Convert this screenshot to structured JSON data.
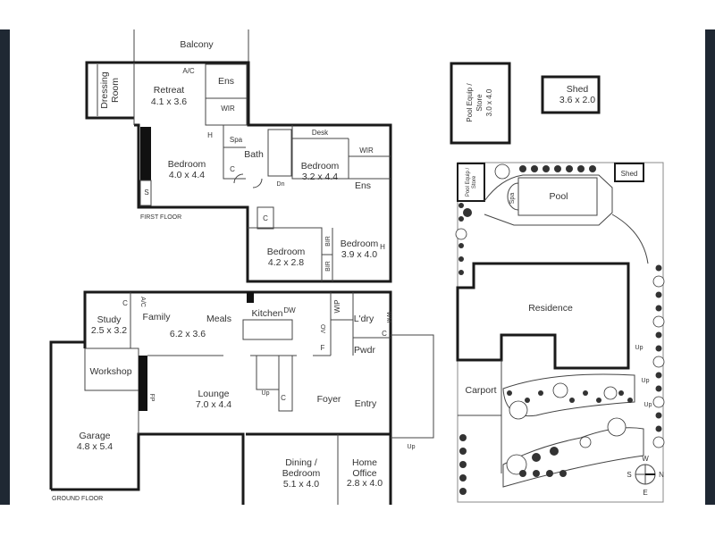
{
  "first_floor": {
    "label": "FIRST FLOOR",
    "balcony": "Balcony",
    "dressing": [
      "Dressing",
      "Room"
    ],
    "retreat": {
      "name": "Retreat",
      "size": "4.1 x 3.6"
    },
    "ac": "A/C",
    "ens1": "Ens",
    "wir1": "WIR",
    "h1": "H",
    "spa": "Spa",
    "bath": "Bath",
    "c1": "C",
    "s": "S",
    "dn": "Dn",
    "bed_main": {
      "name": "Bedroom",
      "size": "4.0 x 4.4"
    },
    "desk": "Desk",
    "wir2": "WIR",
    "ens2": "Ens",
    "bed2": {
      "name": "Bedroom",
      "size": "3.2 x 4.4"
    },
    "c2": "C",
    "bed3": {
      "name": "Bedroom",
      "size": "4.2 x 2.8"
    },
    "bir1": "BIR",
    "bir2": "BIR",
    "bed4": {
      "name": "Bedroom",
      "size": "3.9 x 4.0"
    },
    "h2": "H"
  },
  "ground_floor": {
    "label": "GROUND FLOOR",
    "study": {
      "name": "Study",
      "size": "2.5 x 3.2"
    },
    "c1": "C",
    "ac": "A/C",
    "family": "Family",
    "meals": "Meals",
    "family_size": "6.2 x 3.6",
    "kitchen": "Kitchen",
    "dw": "DW",
    "wip": "WIP",
    "ldry": "L'dry",
    "wm": "WM",
    "c2": "C",
    "ov": "OV",
    "f": "F",
    "pwdr": "Pwdr",
    "workshop": "Workshop",
    "fp": "FP",
    "lounge": {
      "name": "Lounge",
      "size": "7.0 x 4.4"
    },
    "up1": "Up",
    "c3": "C",
    "foyer": "Foyer",
    "entry": "Entry",
    "up2": "Up",
    "garage": {
      "name": "Garage",
      "size": "4.8 x 5.4"
    },
    "dining": {
      "name1": "Dining /",
      "name2": "Bedroom",
      "size": "5.1 x 4.0"
    },
    "office": {
      "name1": "Home",
      "name2": "Office",
      "size": "2.8 x 4.0"
    }
  },
  "outbuildings": {
    "pool_equip": {
      "name1": "Pool Equip /",
      "name2": "Store",
      "size": "3.0 x 4.0"
    },
    "shed": {
      "name": "Shed",
      "size": "3.6 x 2.0"
    }
  },
  "site": {
    "pool_equip": [
      "Pool Equip /",
      "Store"
    ],
    "shed": "Shed",
    "spa": "Spa",
    "pool": "Pool",
    "residence": "Residence",
    "carport": "Carport",
    "up1": "Up",
    "up2": "Up",
    "up3": "Up",
    "compass": {
      "w": "W",
      "s": "S",
      "n": "N",
      "e": "E"
    }
  },
  "colors": {
    "frame": "#1f2833",
    "wall": "#1a1a1a"
  }
}
